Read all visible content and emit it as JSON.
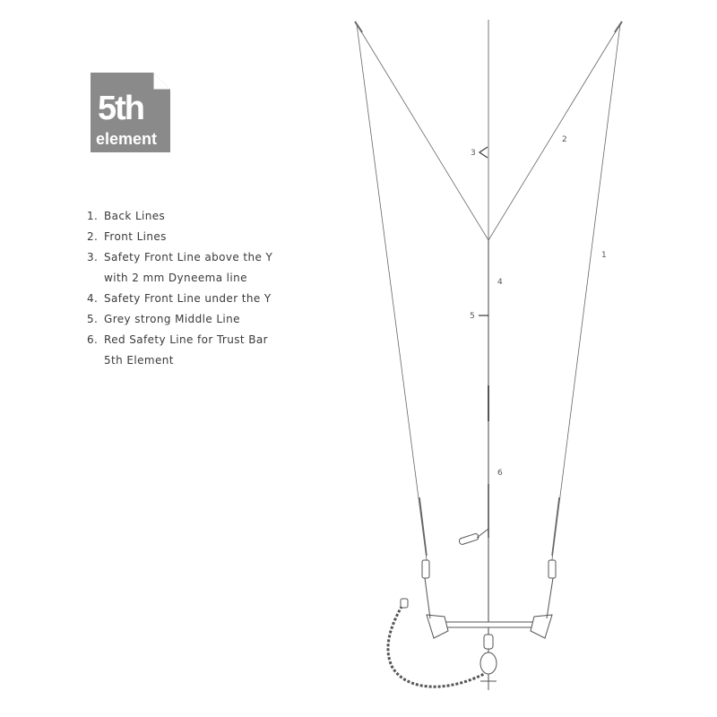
{
  "logo": {
    "line1": "5th",
    "line2": "element"
  },
  "legend": [
    {
      "num": "1.",
      "lines": [
        "Back Lines"
      ]
    },
    {
      "num": "2.",
      "lines": [
        "Front Lines"
      ]
    },
    {
      "num": "3.",
      "lines": [
        "Safety Front Line above the Y",
        "with 2 mm Dyneema line"
      ]
    },
    {
      "num": "4.",
      "lines": [
        "Safety Front Line under the Y"
      ]
    },
    {
      "num": "5.",
      "lines": [
        "Grey strong Middle Line"
      ]
    },
    {
      "num": "6.",
      "lines": [
        "Red Safety Line for Trust Bar",
        "5th Element"
      ]
    }
  ],
  "diagram_labels": {
    "back_lines": "1",
    "front_lines": "2",
    "safety_above_y": "3",
    "safety_under_y": "4",
    "middle_line": "5",
    "red_safety": "6"
  }
}
